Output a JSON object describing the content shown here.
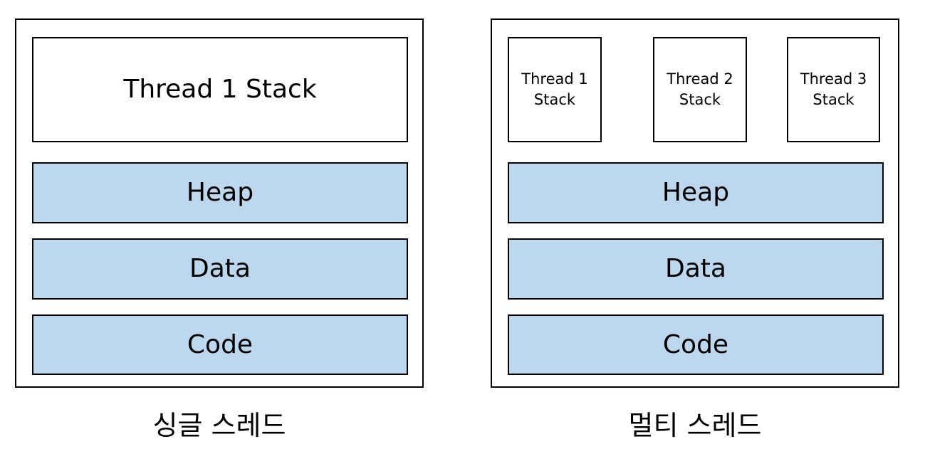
{
  "single_thread": {
    "caption": "싱글 스레드",
    "stack": "Thread 1 Stack",
    "heap": "Heap",
    "data": "Data",
    "code": "Code"
  },
  "multi_thread": {
    "caption": "멀티 스레드",
    "stacks": [
      {
        "line1": "Thread 1",
        "line2": "Stack"
      },
      {
        "line1": "Thread 2",
        "line2": "Stack"
      },
      {
        "line1": "Thread 3",
        "line2": "Stack"
      }
    ],
    "heap": "Heap",
    "data": "Data",
    "code": "Code"
  },
  "colors": {
    "shared_segment_fill": "#bdd7ee",
    "stack_fill": "#ffffff",
    "border": "#000000"
  }
}
